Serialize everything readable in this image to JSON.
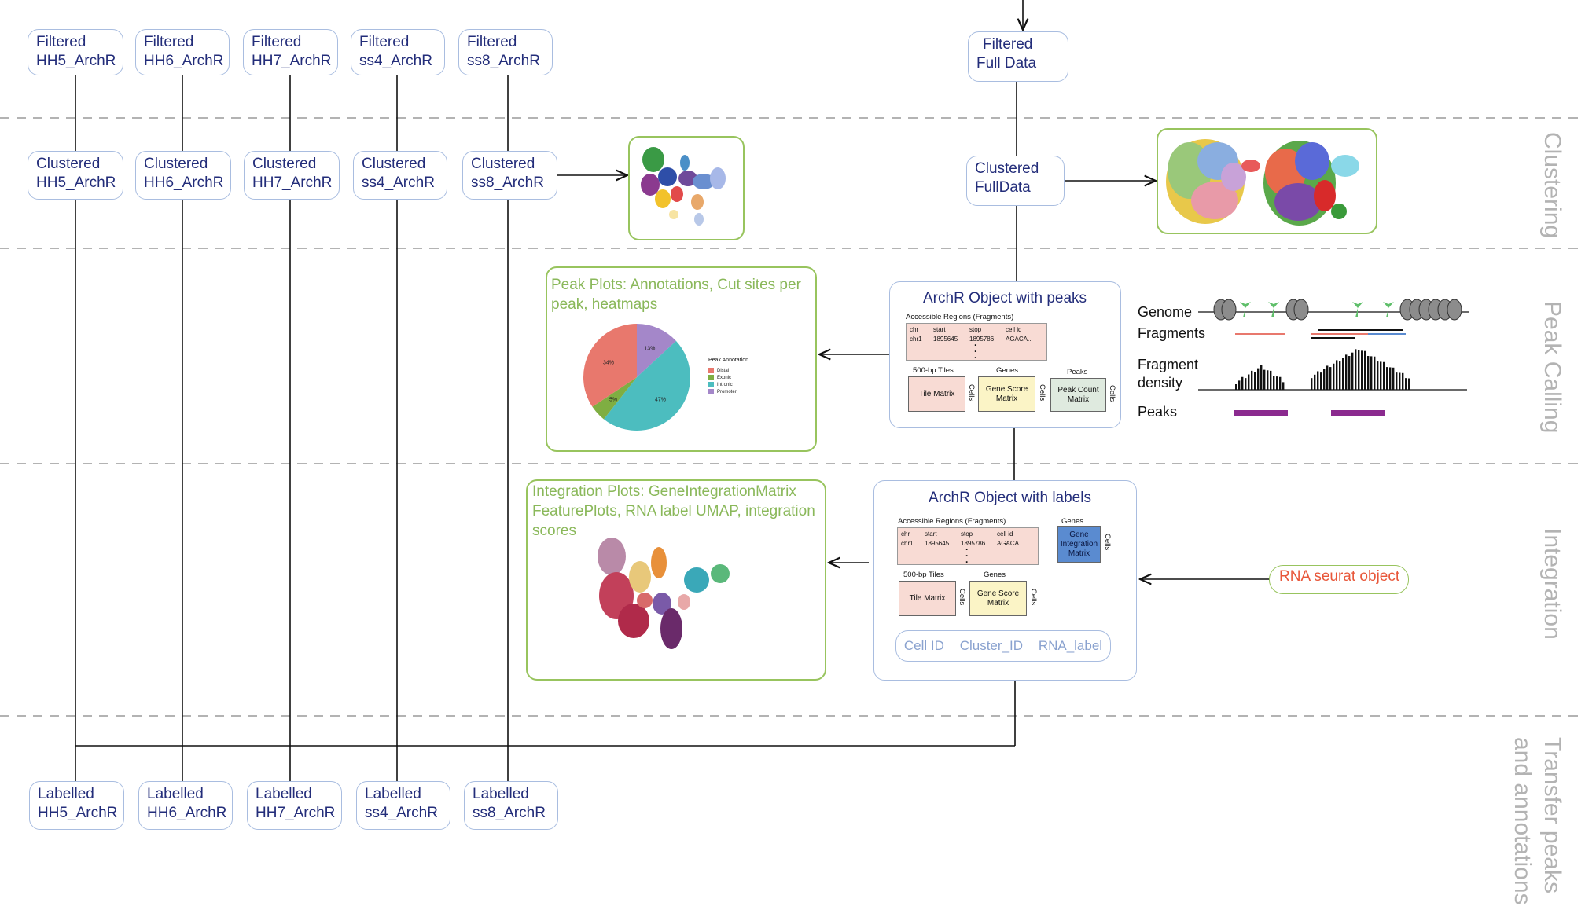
{
  "stages": {
    "clustering": "Clustering",
    "peak_calling": "Peak Calling",
    "integration": "Integration",
    "transfer_line1": "Transfer peaks",
    "transfer_line2": "and annotations"
  },
  "filtered": [
    {
      "l1": "Filtered",
      "l2": "HH5_ArchR"
    },
    {
      "l1": "Filtered",
      "l2": "HH6_ArchR"
    },
    {
      "l1": "Filtered",
      "l2": "HH7_ArchR"
    },
    {
      "l1": "Filtered",
      "l2": "ss4_ArchR"
    },
    {
      "l1": "Filtered",
      "l2": "ss8_ArchR"
    }
  ],
  "clustered": [
    {
      "l1": "Clustered",
      "l2": "HH5_ArchR"
    },
    {
      "l1": "Clustered",
      "l2": "HH6_ArchR"
    },
    {
      "l1": "Clustered",
      "l2": "HH7_ArchR"
    },
    {
      "l1": "Clustered",
      "l2": "ss4_ArchR"
    },
    {
      "l1": "Clustered",
      "l2": "ss8_ArchR"
    }
  ],
  "labelled": [
    {
      "l1": "Labelled",
      "l2": "HH5_ArchR"
    },
    {
      "l1": "Labelled",
      "l2": "HH6_ArchR"
    },
    {
      "l1": "Labelled",
      "l2": "HH7_ArchR"
    },
    {
      "l1": "Labelled",
      "l2": "ss4_ArchR"
    },
    {
      "l1": "Labelled",
      "l2": "ss8_ArchR"
    }
  ],
  "full": {
    "filtered_l1": "Filtered",
    "filtered_l2": "Full Data",
    "clustered_l1": "Clustered",
    "clustered_l2": "FullData"
  },
  "peak_plots": {
    "title_l1": "Peak Plots: Annotations, Cut sites per",
    "title_l2": "peak, heatmaps",
    "legend_title": "Peak Annotation",
    "slices": [
      {
        "name": "Distal",
        "value": 34,
        "label": "34%",
        "color": "#e8786d"
      },
      {
        "name": "Exonic",
        "value": 5,
        "label": "5%",
        "color": "#7fae42"
      },
      {
        "name": "Intronic",
        "value": 47,
        "label": "47%",
        "color": "#4cbdbf"
      },
      {
        "name": "Promoter",
        "value": 13,
        "label": "13%",
        "color": "#a487c9"
      }
    ]
  },
  "peaks_object": {
    "title": "ArchR Object with peaks",
    "regions": "Accessible Regions (Fragments)",
    "cols": [
      "chr",
      "start",
      "stop",
      "cell id"
    ],
    "row": [
      "chr1",
      "1895645",
      "1895786",
      "AGACA..."
    ],
    "tiles_label": "500-bp Tiles",
    "genes_label": "Genes",
    "peaks_label": "Peaks",
    "tile_matrix": "Tile Matrix",
    "gene_score": "Gene Score Matrix",
    "peak_count": "Peak Count Matrix",
    "cells": "Cells"
  },
  "genome_panel": {
    "genome": "Genome",
    "fragments": "Fragments",
    "density_l1": "Fragment",
    "density_l2": "density",
    "peaks": "Peaks"
  },
  "integration_plots": {
    "title_l1": "Integration Plots: GeneIntegrationMatrix",
    "title_l2": "FeaturePlots, RNA label UMAP, integration",
    "title_l3": "scores"
  },
  "labels_object": {
    "title": "ArchR Object with labels",
    "regions": "Accessible Regions (Fragments)",
    "cols": [
      "chr",
      "start",
      "stop",
      "cell id"
    ],
    "row": [
      "chr1",
      "1895645",
      "1895786",
      "AGACA..."
    ],
    "genes_top": "Genes",
    "gene_integration": "Gene Integration Matrix",
    "tiles_label": "500-bp Tiles",
    "genes_label": "Genes",
    "tile_matrix": "Tile Matrix",
    "gene_score": "Gene Score Matrix",
    "cells": "Cells",
    "meta": [
      "Cell ID",
      "Cluster_ID",
      "RNA_label"
    ]
  },
  "rna": {
    "label": "RNA seurat object"
  },
  "colors": {
    "node_text": "#232d7a",
    "node_border": "#a9bde0",
    "green": "#98c45e",
    "rna": "#e8573a",
    "peaks_bar": "#8b2a8f",
    "gene_integration": "#5a8bd0"
  }
}
